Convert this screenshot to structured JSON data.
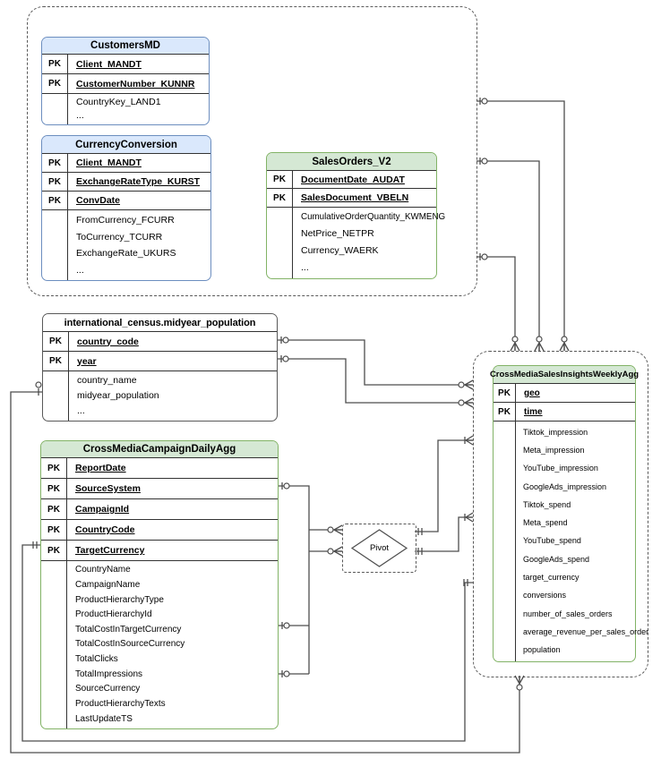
{
  "ui": {
    "pk_label": "PK"
  },
  "diagram": {
    "pivot_label": "Pivot"
  },
  "colors": {
    "blue_fill": "#dae8fc",
    "blue_stroke": "#6c8ebf",
    "green_fill": "#d5e8d4",
    "green_stroke": "#82b366",
    "plain_stroke": "#595959",
    "connector": "#4d4d4d",
    "background": "#ffffff"
  },
  "tables": {
    "customers_md": {
      "title": "CustomersMD",
      "pk": [
        "Client_MANDT",
        "CustomerNumber_KUNNR"
      ],
      "fields": [
        "CountryKey_LAND1",
        "..."
      ]
    },
    "currency_conversion": {
      "title": "CurrencyConversion",
      "pk": [
        "Client_MANDT",
        "ExchangeRateType_KURST",
        "ConvDate"
      ],
      "fields": [
        "FromCurrency_FCURR",
        "ToCurrency_TCURR",
        "ExchangeRate_UKURS",
        "..."
      ]
    },
    "sales_orders_v2": {
      "title": "SalesOrders_V2",
      "pk": [
        "DocumentDate_AUDAT",
        "SalesDocument_VBELN"
      ],
      "fields": [
        "CumulativeOrderQuantity_KWMENG",
        "NetPrice_NETPR",
        "Currency_WAERK",
        "..."
      ]
    },
    "midyear_population": {
      "title": "international_census.midyear_population",
      "pk": [
        "country_code",
        "year"
      ],
      "fields": [
        "country_name",
        "midyear_population",
        "..."
      ]
    },
    "campaign_daily_agg": {
      "title": "CrossMediaCampaignDailyAgg",
      "pk": [
        "ReportDate",
        "SourceSystem",
        "CampaignId",
        "CountryCode",
        "TargetCurrency"
      ],
      "fields": [
        "CountryName",
        "CampaignName",
        "ProductHierarchyType",
        "ProductHierarchyId",
        "TotalCostInTargetCurrency",
        "TotalCostInSourceCurrency",
        "TotalClicks",
        "TotalImpressions",
        "SourceCurrency",
        "ProductHierarchyTexts",
        "LastUpdateTS"
      ]
    },
    "sales_insights_weekly_agg": {
      "title": "CrossMediaSalesInsightsWeeklyAgg",
      "pk": [
        "geo",
        "time"
      ],
      "fields": [
        "Tiktok_impression",
        "Meta_impression",
        "YouTube_impression",
        "GoogleAds_impression",
        "Tiktok_spend",
        "Meta_spend",
        "YouTube_spend",
        "GoogleAds_spend",
        "target_currency",
        "conversions",
        "number_of_sales_orders",
        "average_revenue_per_sales_order",
        "population"
      ]
    }
  }
}
